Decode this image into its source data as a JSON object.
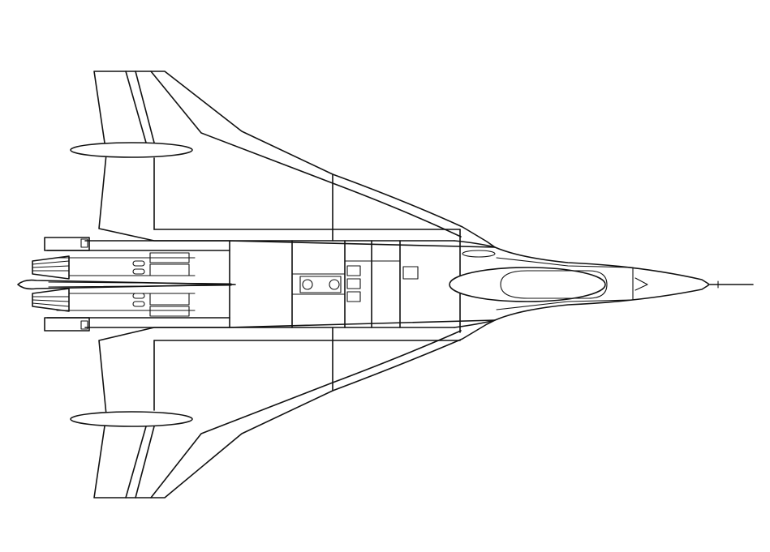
{
  "drawing": {
    "subject": "aircraft-top-view",
    "style": "black line art on white",
    "colors": {
      "background": "#ffffff",
      "line": "#111111"
    },
    "orientation": "nose-right"
  }
}
